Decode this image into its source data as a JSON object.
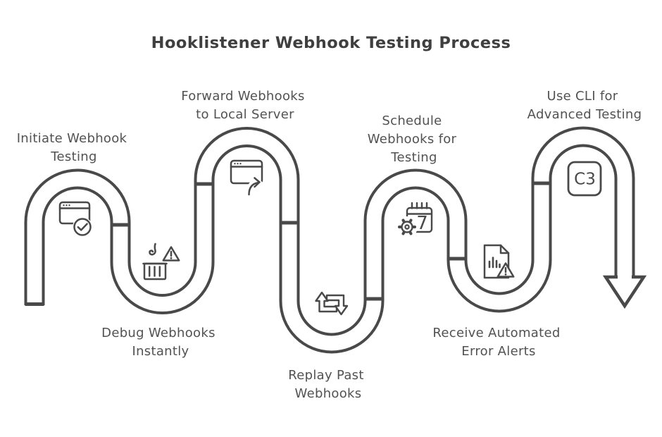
{
  "title": "Hooklistener Webhook Testing Process",
  "colors": {
    "line": "#494949",
    "label_text": "#525252",
    "title_text": "#3f3f3f",
    "background": "#ffffff"
  },
  "steps": [
    {
      "id": 1,
      "icon": "browser-check-icon",
      "lines": [
        "Initiate Webhook",
        "Testing"
      ]
    },
    {
      "id": 2,
      "icon": "crane-container-warning-icon",
      "lines": [
        "Debug Webhooks",
        "Instantly"
      ]
    },
    {
      "id": 3,
      "icon": "browser-forward-arrow-icon",
      "lines": [
        "Forward Webhooks",
        "to Local Server"
      ]
    },
    {
      "id": 4,
      "icon": "replay-loop-icon",
      "lines": [
        "Replay Past",
        "Webhooks"
      ]
    },
    {
      "id": 5,
      "icon": "calendar-gear-icon",
      "icon_text": "7",
      "lines": [
        "Schedule",
        "Webhooks for",
        "Testing"
      ]
    },
    {
      "id": 6,
      "icon": "report-warning-icon",
      "lines": [
        "Receive Automated",
        "Error Alerts"
      ]
    },
    {
      "id": 7,
      "icon": "cli-box-icon",
      "icon_text": "C3",
      "lines": [
        "Use CLI for",
        "Advanced Testing"
      ]
    }
  ]
}
